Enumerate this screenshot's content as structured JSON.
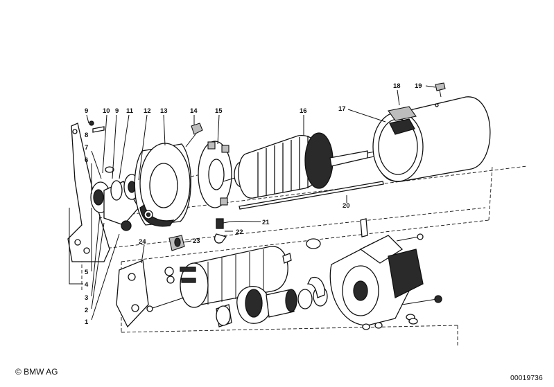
{
  "copyright": "© BMW AG",
  "diagram_id": "00019736",
  "callouts": [
    "1",
    "2",
    "3",
    "4",
    "5",
    "6",
    "7",
    "8",
    "9",
    "10",
    "9",
    "11",
    "12",
    "13",
    "14",
    "15",
    "16",
    "17",
    "18",
    "19",
    "20",
    "21",
    "22",
    "23",
    "24"
  ]
}
